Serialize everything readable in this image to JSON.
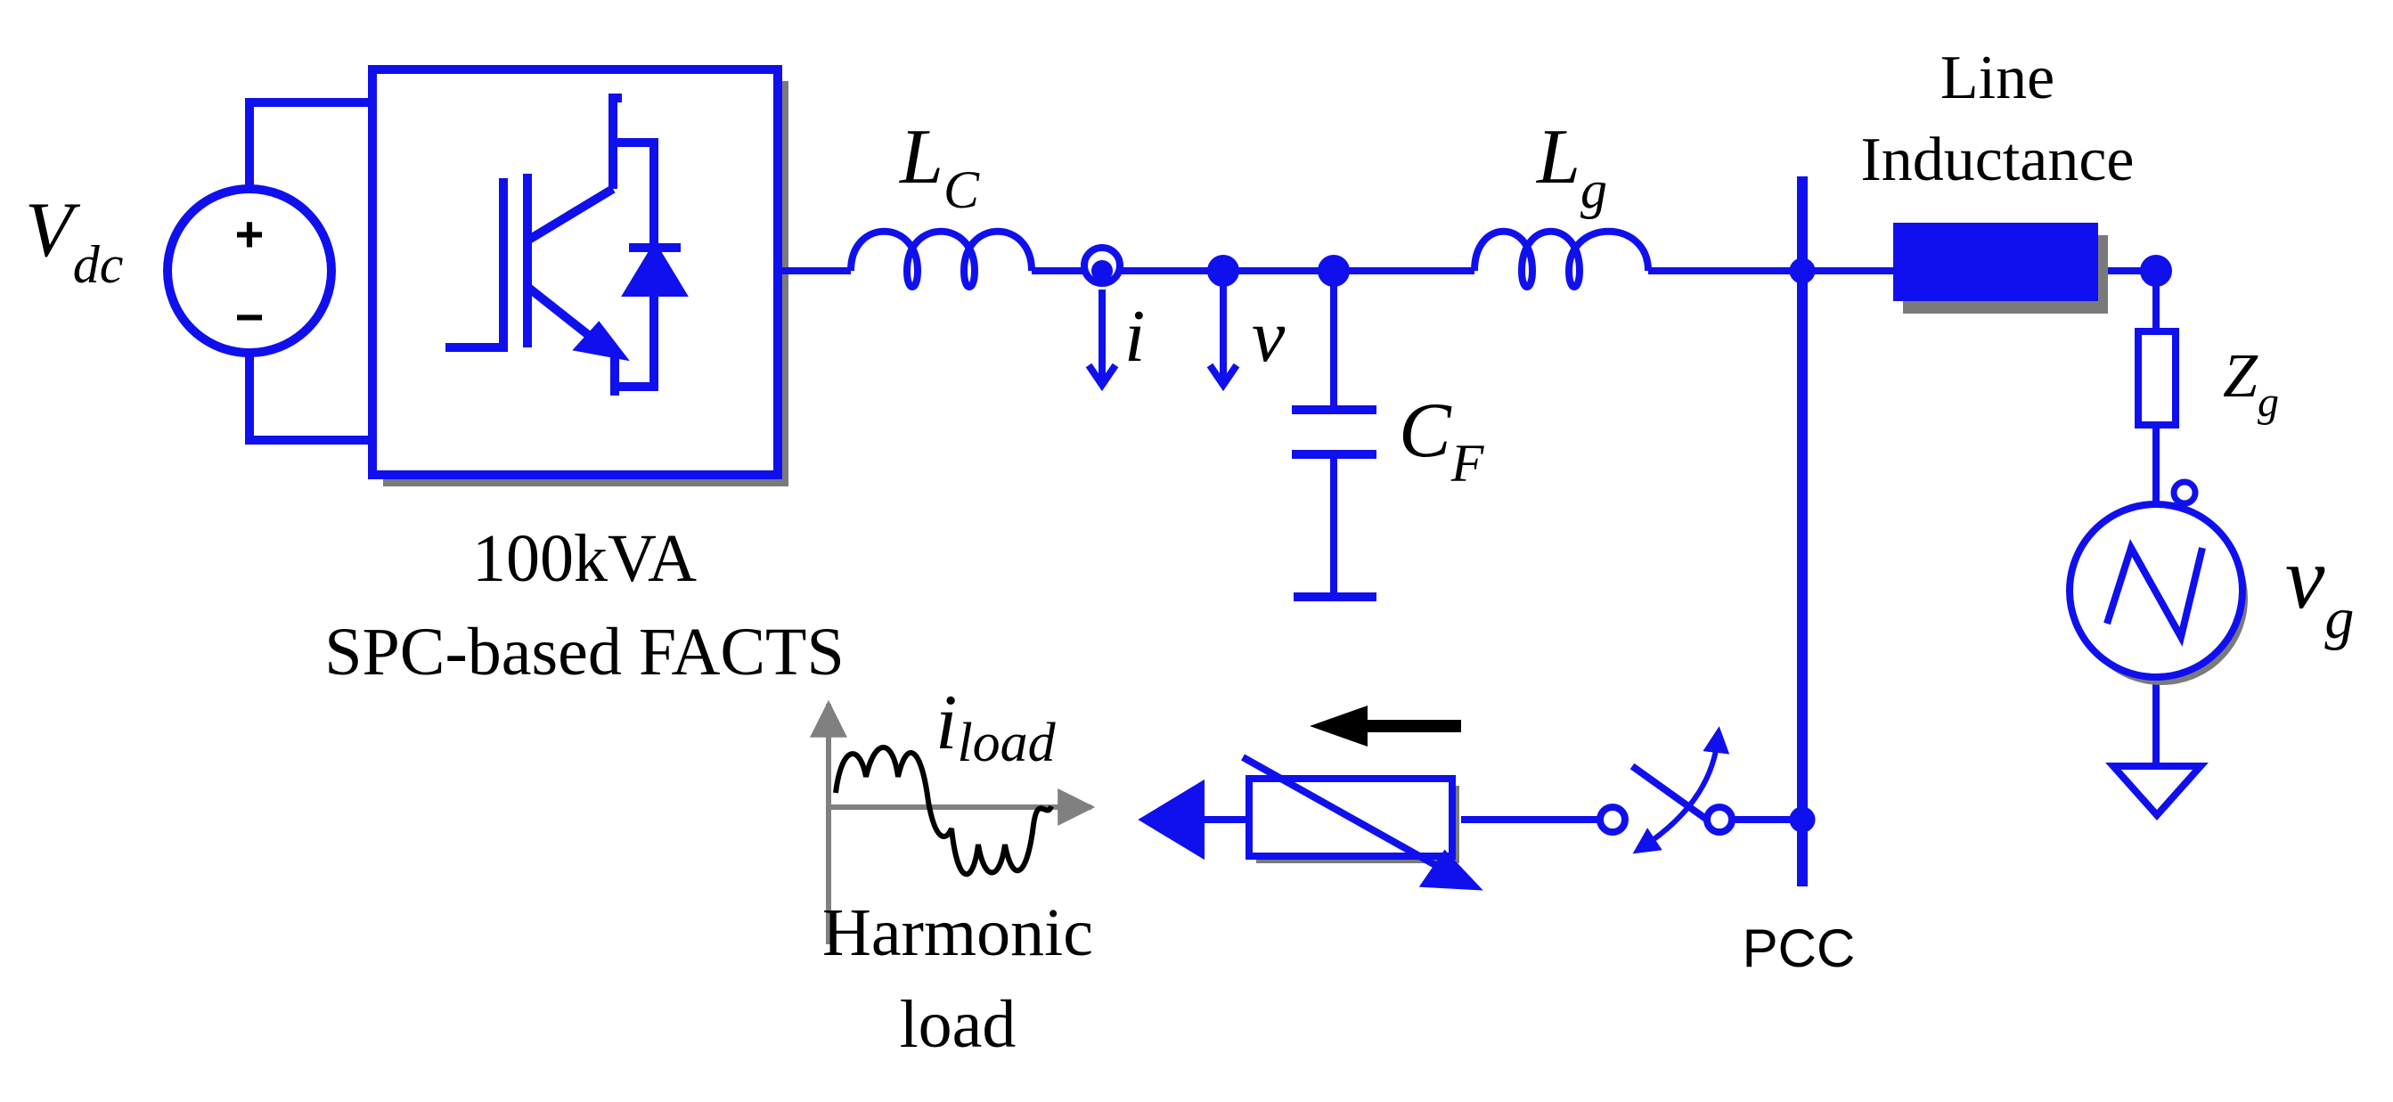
{
  "colors": {
    "wire": "#1010EE",
    "shadow": "#7A7A7A",
    "text": "#000000",
    "axis": "#808080"
  },
  "labels": {
    "vdc": {
      "main": "V",
      "sub": "dc"
    },
    "plus": "+",
    "minus": "−",
    "converter_rating": "100kVA",
    "converter_name": "SPC-based FACTS",
    "lc": {
      "main": "L",
      "sub": "C"
    },
    "lg": {
      "main": "L",
      "sub": "g"
    },
    "cf": {
      "main": "C",
      "sub": "F"
    },
    "current": "i",
    "voltage": "v",
    "line_inductance_1": "Line",
    "line_inductance_2": "Inductance",
    "zg": {
      "main": "Z",
      "sub": "g"
    },
    "vg": {
      "main": "v",
      "sub": "g"
    },
    "pcc": "PCC",
    "iload": {
      "main": "i",
      "sub": "load"
    },
    "harmonic_1": "Harmonic",
    "harmonic_2": "load"
  },
  "icons": [
    "dc-source-icon",
    "igbt-icon",
    "diode-icon",
    "inductor-icon",
    "capacitor-icon",
    "ground-icon",
    "resistor-icon",
    "ac-source-icon",
    "switch-icon",
    "variable-resistor-icon",
    "arrow-icon",
    "waveform-icon"
  ]
}
